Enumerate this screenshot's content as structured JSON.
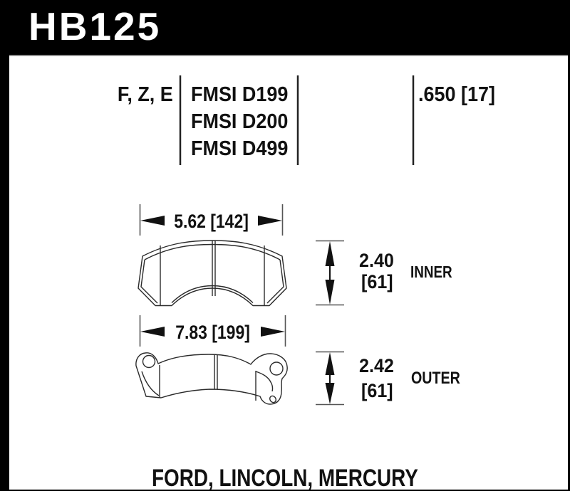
{
  "part": {
    "number": "HB125"
  },
  "header": {
    "compounds": "F, Z, E",
    "fmsi": [
      "FMSI D199",
      "FMSI D200",
      "FMSI D499"
    ],
    "pad_thickness": ".650 [17]"
  },
  "inner_pad": {
    "label": "INNER",
    "width_dim": "5.62 [142]",
    "height_in": "2.40",
    "height_mm": "[61]"
  },
  "outer_pad": {
    "label": "OUTER",
    "width_dim": "7.83 [199]",
    "height_in": "2.42",
    "height_mm": "[61]"
  },
  "footer": {
    "vehicles": "FORD, LINCOLN, MERCURY"
  },
  "colors": {
    "bar": "#000000",
    "text": "#111111",
    "line": "#2b2b2b",
    "tick": "#555555"
  }
}
